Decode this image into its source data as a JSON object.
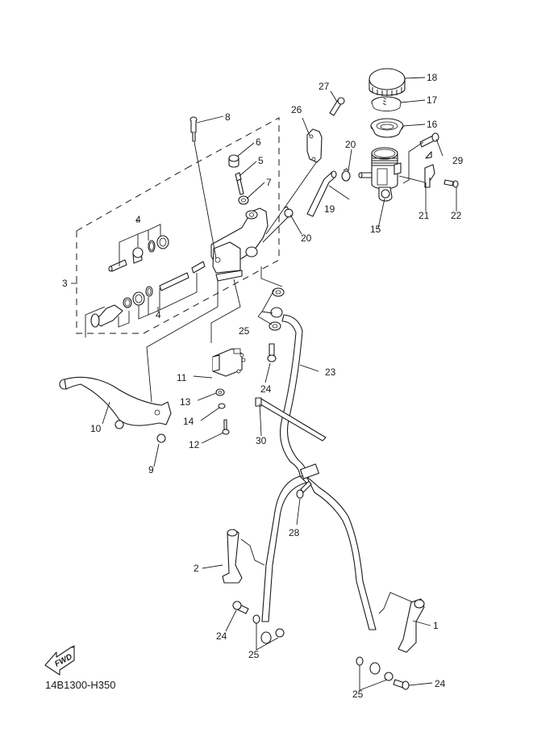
{
  "diagram": {
    "title": "Front master cylinder exploded parts diagram",
    "diagram_code": "14B1300-H350",
    "direction_badge": "FWD",
    "colors": {
      "line": "#1a1a1a",
      "background": "#ffffff"
    },
    "callouts": [
      {
        "id": "c1",
        "number": "1",
        "part": "brake-hose-holder-right"
      },
      {
        "id": "c2",
        "number": "2",
        "part": "brake-hose-holder-left"
      },
      {
        "id": "c3",
        "number": "3",
        "part": "master-cylinder-kit"
      },
      {
        "id": "c4a",
        "number": "4",
        "part": "master-cylinder-piston-kit"
      },
      {
        "id": "c4b",
        "number": "4",
        "part": "master-cylinder-piston-kit"
      },
      {
        "id": "c5",
        "number": "5",
        "part": "bleed-screw"
      },
      {
        "id": "c6",
        "number": "6",
        "part": "bleed-screw-cap"
      },
      {
        "id": "c7",
        "number": "7",
        "part": "washer"
      },
      {
        "id": "c8",
        "number": "8",
        "part": "lever-pivot-bolt"
      },
      {
        "id": "c9",
        "number": "9",
        "part": "nut"
      },
      {
        "id": "c10",
        "number": "10",
        "part": "brake-lever"
      },
      {
        "id": "c11",
        "number": "11",
        "part": "brake-light-switch"
      },
      {
        "id": "c12",
        "number": "12",
        "part": "screw"
      },
      {
        "id": "c13",
        "number": "13",
        "part": "plate-washer"
      },
      {
        "id": "c14",
        "number": "14",
        "part": "lock-washer"
      },
      {
        "id": "c15",
        "number": "15",
        "part": "reservoir"
      },
      {
        "id": "c16",
        "number": "16",
        "part": "reservoir-diaphragm"
      },
      {
        "id": "c17",
        "number": "17",
        "part": "diaphragm-holder"
      },
      {
        "id": "c18",
        "number": "18",
        "part": "reservoir-cap"
      },
      {
        "id": "c19",
        "number": "19",
        "part": "reservoir-hose"
      },
      {
        "id": "c20a",
        "number": "20",
        "part": "hose-clip"
      },
      {
        "id": "c20b",
        "number": "20",
        "part": "hose-clip"
      },
      {
        "id": "c21",
        "number": "21",
        "part": "reservoir-bracket"
      },
      {
        "id": "c22",
        "number": "22",
        "part": "bracket-screw"
      },
      {
        "id": "c23",
        "number": "23",
        "part": "brake-hose"
      },
      {
        "id": "c24a",
        "number": "24",
        "part": "union-bolt"
      },
      {
        "id": "c24b",
        "number": "24",
        "part": "union-bolt"
      },
      {
        "id": "c24c",
        "number": "24",
        "part": "union-bolt"
      },
      {
        "id": "c25a",
        "number": "25",
        "part": "copper-washer"
      },
      {
        "id": "c25b",
        "number": "25",
        "part": "copper-washer"
      },
      {
        "id": "c25c",
        "number": "25",
        "part": "copper-washer"
      },
      {
        "id": "c26",
        "number": "26",
        "part": "master-cylinder-holder"
      },
      {
        "id": "c27",
        "number": "27",
        "part": "holder-bolt"
      },
      {
        "id": "c28",
        "number": "28",
        "part": "hose-joint-bolt"
      },
      {
        "id": "c29",
        "number": "29",
        "part": "reservoir-bolt"
      },
      {
        "id": "c30",
        "number": "30",
        "part": "cable-tie"
      }
    ]
  }
}
